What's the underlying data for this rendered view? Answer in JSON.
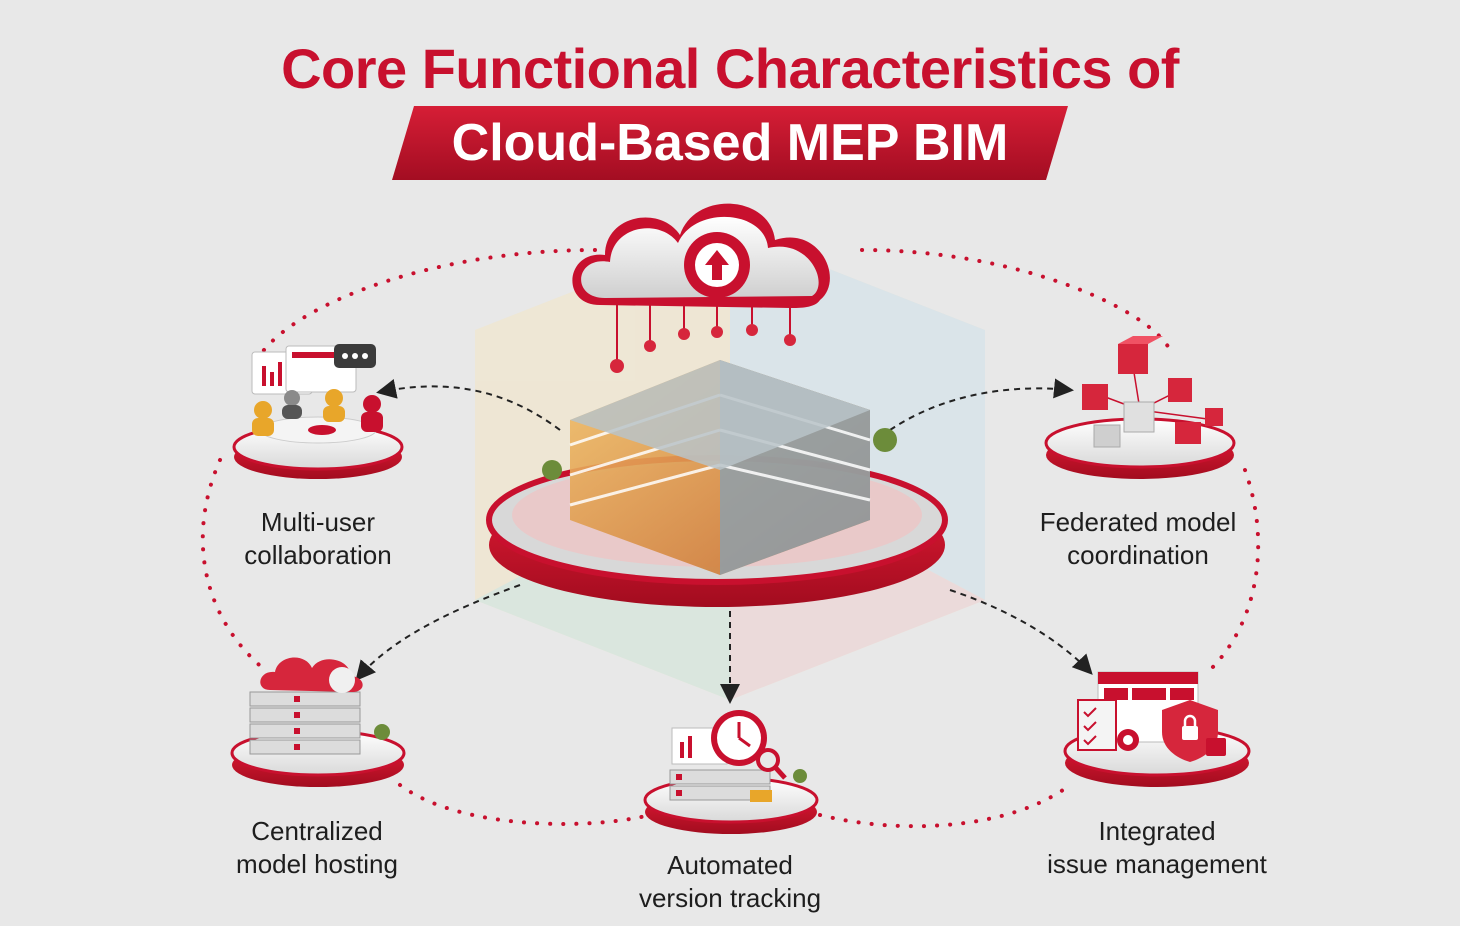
{
  "header": {
    "title_line1": "Core Functional Characteristics of",
    "title_line2": "Cloud-Based MEP BIM"
  },
  "colors": {
    "brand_red": "#c8102e",
    "dark_red": "#8e0b1f",
    "background": "#e8e8e8",
    "text": "#1e1e1e"
  },
  "center": {
    "icons": [
      "cloud-upload-icon",
      "building-model-icon"
    ]
  },
  "features": [
    {
      "id": "multi-user",
      "line1": "Multi-user",
      "line2": "collaboration",
      "icon": "team-meeting-icon"
    },
    {
      "id": "federated",
      "line1": "Federated model",
      "line2": "coordination",
      "icon": "cubes-network-icon"
    },
    {
      "id": "centralized",
      "line1": "Centralized",
      "line2": "model hosting",
      "icon": "server-cloud-icon"
    },
    {
      "id": "automated",
      "line1": "Automated",
      "line2": "version tracking",
      "icon": "clock-history-icon"
    },
    {
      "id": "integrated",
      "line1": "Integrated",
      "line2": "issue management",
      "icon": "shield-checklist-icon"
    }
  ]
}
